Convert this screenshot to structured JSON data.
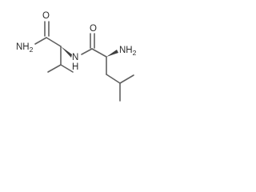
{
  "molecule": {
    "atoms": [
      {
        "id": "O1",
        "label": "O"
      },
      {
        "id": "N1",
        "label": "NH2"
      },
      {
        "id": "N2",
        "label": "N"
      },
      {
        "id": "H2",
        "label": "H"
      },
      {
        "id": "O2",
        "label": "O"
      },
      {
        "id": "N3",
        "label": "NH2"
      }
    ]
  }
}
